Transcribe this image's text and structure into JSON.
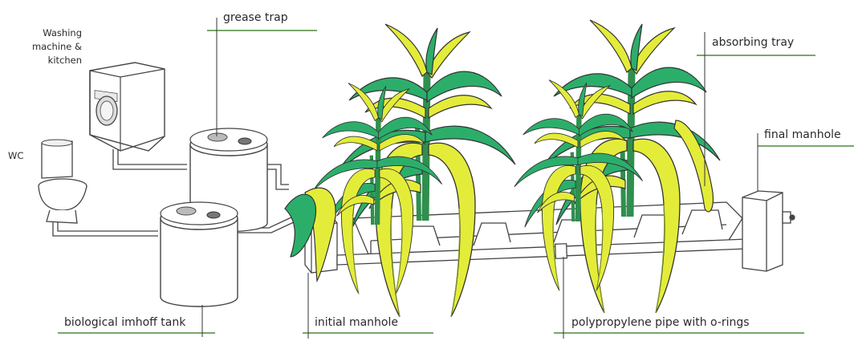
{
  "labels": {
    "grease_trap": "grease trap",
    "washing_line1": "Washing",
    "washing_line2": "machine &",
    "washing_line3": "kitchen",
    "wc": "WC",
    "absorbing_tray": "absorbing tray",
    "final_manhole": "final manhole",
    "imhoff_tank": "biological imhoff tank",
    "initial_manhole": "initial manhole",
    "pipe": "polypropylene pipe with o-rings"
  },
  "colors": {
    "leaf_yellow": "#e4ec3a",
    "leaf_green": "#2cae6b",
    "outline": "#333333",
    "label_line_green": "#4c8a3c",
    "label_line_dark": "#333333"
  }
}
